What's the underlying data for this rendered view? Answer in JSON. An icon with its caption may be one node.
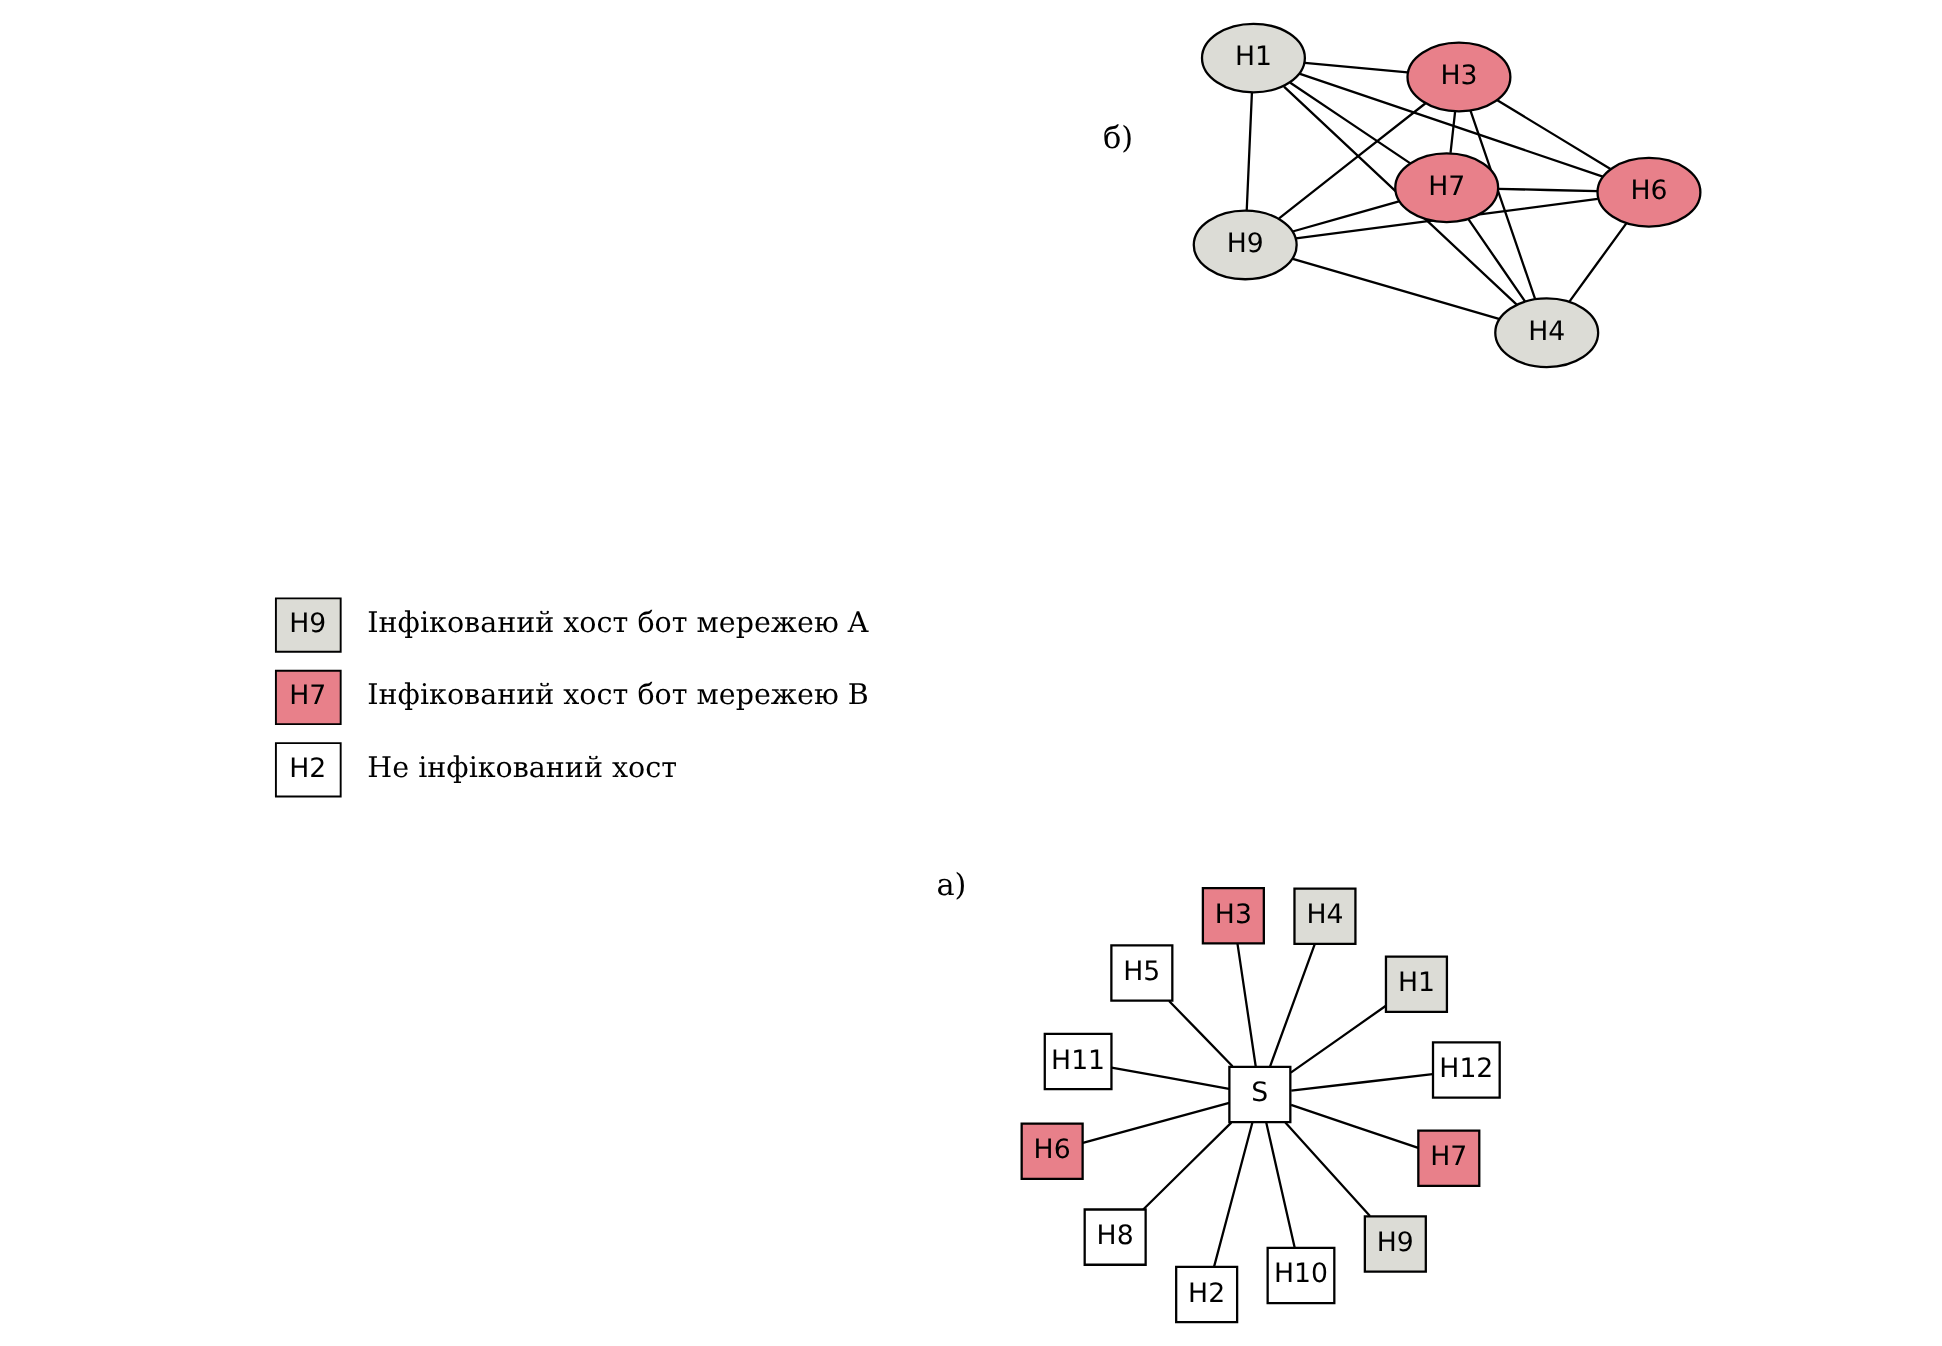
{
  "diagram": {
    "nodes": [
      {
        "text": [
          "S"
        ]
      },
      {
        "text": [
          "H1"
        ]
      },
      {
        "text": [
          "H2"
        ]
      },
      {
        "text": [
          "H3"
        ]
      },
      {
        "text": [
          "H4"
        ]
      },
      {
        "text": [
          "H5"
        ]
      },
      {
        "text": [
          "H6"
        ]
      },
      {
        "text": [
          "H7"
        ]
      },
      {
        "text": [
          "H8"
        ]
      },
      {
        "text": [
          "H9"
        ]
      },
      {
        "text": [
          "H10"
        ]
      },
      {
        "text": [
          "H11"
        ]
      },
      {
        "text": [
          "H12"
        ]
      },
      {
        "text": [
          "H4"
        ]
      },
      {
        "text": [
          "H6"
        ]
      },
      {
        "text": [
          "H3"
        ]
      },
      {
        "text": [
          "H7"
        ]
      },
      {
        "text": [
          "H1"
        ]
      },
      {
        "text": [
          "H9"
        ]
      }
    ],
    "edges": [
      {
        "from": 0,
        "to": 1,
        "arrow": "none"
      },
      {
        "from": 0,
        "to": 2,
        "arrow": "none"
      },
      {
        "from": 0,
        "to": 3,
        "arrow": "none"
      },
      {
        "from": 0,
        "to": 4,
        "arrow": "none"
      },
      {
        "from": 0,
        "to": 5,
        "arrow": "none"
      },
      {
        "from": 0,
        "to": 6,
        "arrow": "none"
      },
      {
        "from": 0,
        "to": 7,
        "arrow": "none"
      },
      {
        "from": 0,
        "to": 8,
        "arrow": "none"
      },
      {
        "from": 0,
        "to": 9,
        "arrow": "none"
      },
      {
        "from": 0,
        "to": 10,
        "arrow": "none"
      },
      {
        "from": 0,
        "to": 11,
        "arrow": "none"
      },
      {
        "from": 0,
        "to": 12,
        "arrow": "none"
      },
      {
        "from": 13,
        "to": 14,
        "arrow": "none"
      },
      {
        "from": 13,
        "to": 15,
        "arrow": "none"
      },
      {
        "from": 13,
        "to": 16,
        "arrow": "none"
      },
      {
        "from": 13,
        "to": 17,
        "arrow": "none"
      },
      {
        "from": 13,
        "to": 18,
        "arrow": "none"
      },
      {
        "from": 14,
        "to": 15,
        "arrow": "none"
      },
      {
        "from": 14,
        "to": 16,
        "arrow": "none"
      },
      {
        "from": 14,
        "to": 17,
        "arrow": "none"
      },
      {
        "from": 14,
        "to": 18,
        "arrow": "none"
      },
      {
        "from": 15,
        "to": 16,
        "arrow": "none"
      },
      {
        "from": 15,
        "to": 17,
        "arrow": "none"
      },
      {
        "from": 15,
        "to": 18,
        "arrow": "none"
      },
      {
        "from": 16,
        "to": 17,
        "arrow": "none"
      },
      {
        "from": 16,
        "to": 18,
        "arrow": "none"
      },
      {
        "from": 17,
        "to": 18,
        "arrow": "none"
      }
    ],
    "labels": [
      "а)",
      "б)",
      "H9",
      "H7",
      "H2"
    ],
    "legend": [
      {
        "text": "Інфікований хост бот мережею A",
        "color": "#dcdcd6"
      },
      {
        "text": "Інфікований хост бот мережею B",
        "color": "#e8808a"
      },
      {
        "text": "Не інфікований хост",
        "color": "#ffffff"
      }
    ]
  }
}
